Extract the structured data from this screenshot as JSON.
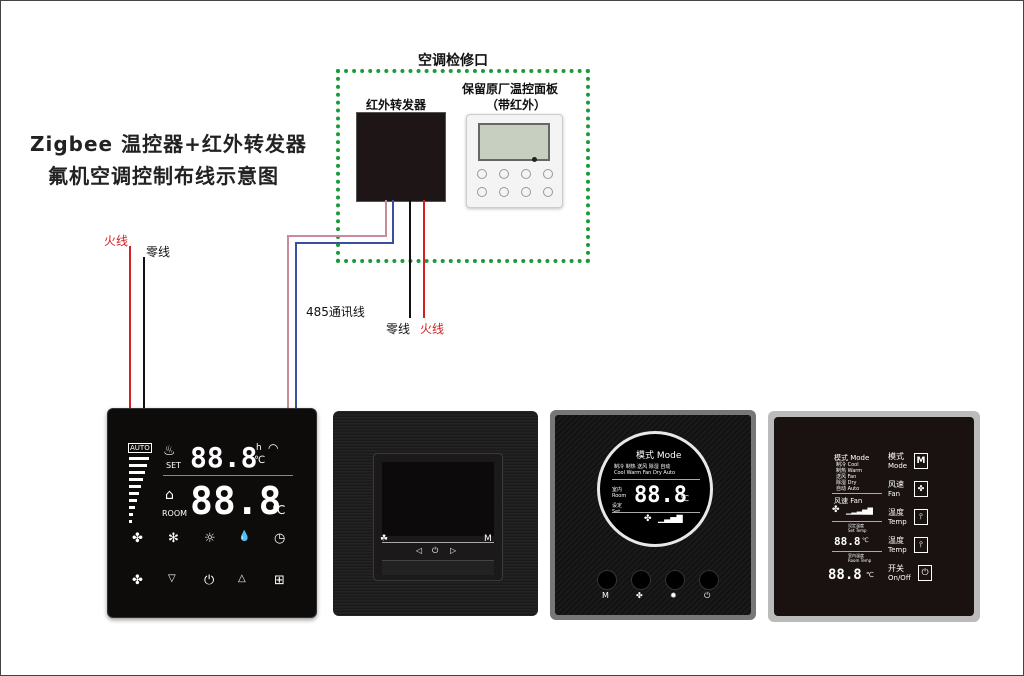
{
  "title": {
    "line1": "Zigbee 温控器+红外转发器",
    "line2": "氟机空调控制布线示意图"
  },
  "inspection_port": {
    "label": "空调检修口"
  },
  "ir_forwarder": {
    "label": "红外转发器"
  },
  "orig_panel": {
    "label_line1": "保留原厂温控面板",
    "label_line2": "（带红外）"
  },
  "wire_labels": {
    "live_left": "火线",
    "neutral_left": "零线",
    "rs485": "485通讯线",
    "neutral_bottom": "零线",
    "live_bottom": "火线"
  },
  "colors": {
    "live": "#d32020",
    "neutral": "#111111",
    "rs485_a": "#c98a9a",
    "rs485_b": "#3b4fa0",
    "dotted_border": "#1a9b3a"
  },
  "panel1": {
    "auto": "AUTO",
    "set_temp": "88.8",
    "room_temp": "88.8",
    "unit": "℃",
    "h": "h",
    "set": "SET",
    "room": "ROOM",
    "icons_row1": [
      "fan-icon",
      "snowflake-icon",
      "sun-icon",
      "drops-icon",
      "clock-icon"
    ],
    "icons_row2": [
      "fan-button-icon",
      "down-icon",
      "power-icon",
      "up-icon",
      "grid-icon"
    ],
    "glyphs_row1": [
      "✤",
      "✻",
      "☼",
      "💧",
      "◷"
    ],
    "glyphs_row2": [
      "✤",
      "▽",
      "⏻",
      "△",
      "⊞"
    ]
  },
  "panel2": {
    "bar_labels": [
      "☘",
      "◁",
      "⏻",
      "▷",
      "M"
    ]
  },
  "panel3": {
    "mode_title": "模式 Mode",
    "modes": [
      "制冷\nCool",
      "制热\nWarm",
      "送风\nFan",
      "除湿\nDry",
      "自动\nAuto"
    ],
    "room": "室内\nRoom",
    "temp": "88.8",
    "set": "设定\nSet",
    "unit": "℃",
    "buttons": [
      "M",
      "✤",
      "✹",
      "⏻"
    ]
  },
  "panel4": {
    "mode_title": "模式 Mode",
    "modes": [
      "制冷 Cool",
      "制热 Warm",
      "送风 Fan",
      "除湿 Dry",
      "自动 Auto"
    ],
    "fan_title": "风速 Fan",
    "set_temp_label": "设定温度\nSet Temp",
    "set_temp": "88.8",
    "room_temp_label": "室内温度\nRoom Temp",
    "room_temp": "88.8",
    "unit": "℃",
    "buttons": [
      {
        "cn": "模式",
        "en": "Mode",
        "icon": "M"
      },
      {
        "cn": "风速",
        "en": "Fan",
        "icon": "✤"
      },
      {
        "cn": "温度",
        "en": "Temp",
        "icon": "🌡"
      },
      {
        "cn": "温度",
        "en": "Temp",
        "icon": "🌡"
      },
      {
        "cn": "开关",
        "en": "On/Off",
        "icon": "⏻"
      }
    ]
  }
}
